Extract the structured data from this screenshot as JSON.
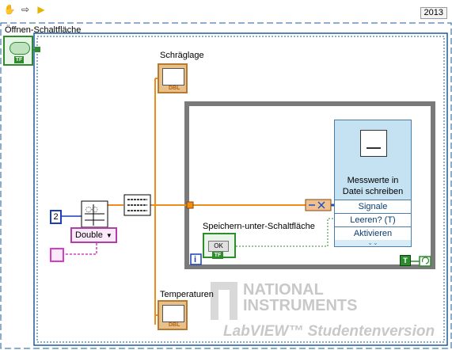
{
  "toolbar": {
    "tools": [
      {
        "icon": "hand-icon",
        "glyph": "✋"
      },
      {
        "icon": "arrow-right-icon",
        "glyph": "⇨"
      },
      {
        "icon": "run-arrow-icon",
        "glyph": "▶"
      }
    ],
    "year": "2013"
  },
  "diagram": {
    "open_button_label": "Öffnen-Schaltfläche",
    "open_button_tag": "TF",
    "schraeglage_label": "Schräglage",
    "schraeglage_tag": "DBL",
    "temperaturen_label": "Temperaturen",
    "temperaturen_tag": "DBL",
    "constant_value": "2",
    "type_enum": "Double",
    "save_as_label": "Speichern-unter-Schaltfläche",
    "save_as_caption": "OK",
    "save_as_tag": "TF",
    "info_glyph": "i",
    "stop_const": "T",
    "express_vi": {
      "title_line1": "Messwerte in",
      "title_line2": "Datei schreiben",
      "inputs": [
        "Signale",
        "Leeren? (T)",
        "Aktivieren"
      ]
    }
  },
  "watermark": {
    "brand_line1": "NATIONAL",
    "brand_line2": "INSTRUMENTS",
    "edition": "LabVIEW™ Studentenversion"
  },
  "colors": {
    "struct_border": "#1a5c9a",
    "loop_gray": "#808080",
    "wire_orange": "#f08c1a",
    "wire_green": "#2e8b2e",
    "wire_pink": "#d63cc8"
  }
}
